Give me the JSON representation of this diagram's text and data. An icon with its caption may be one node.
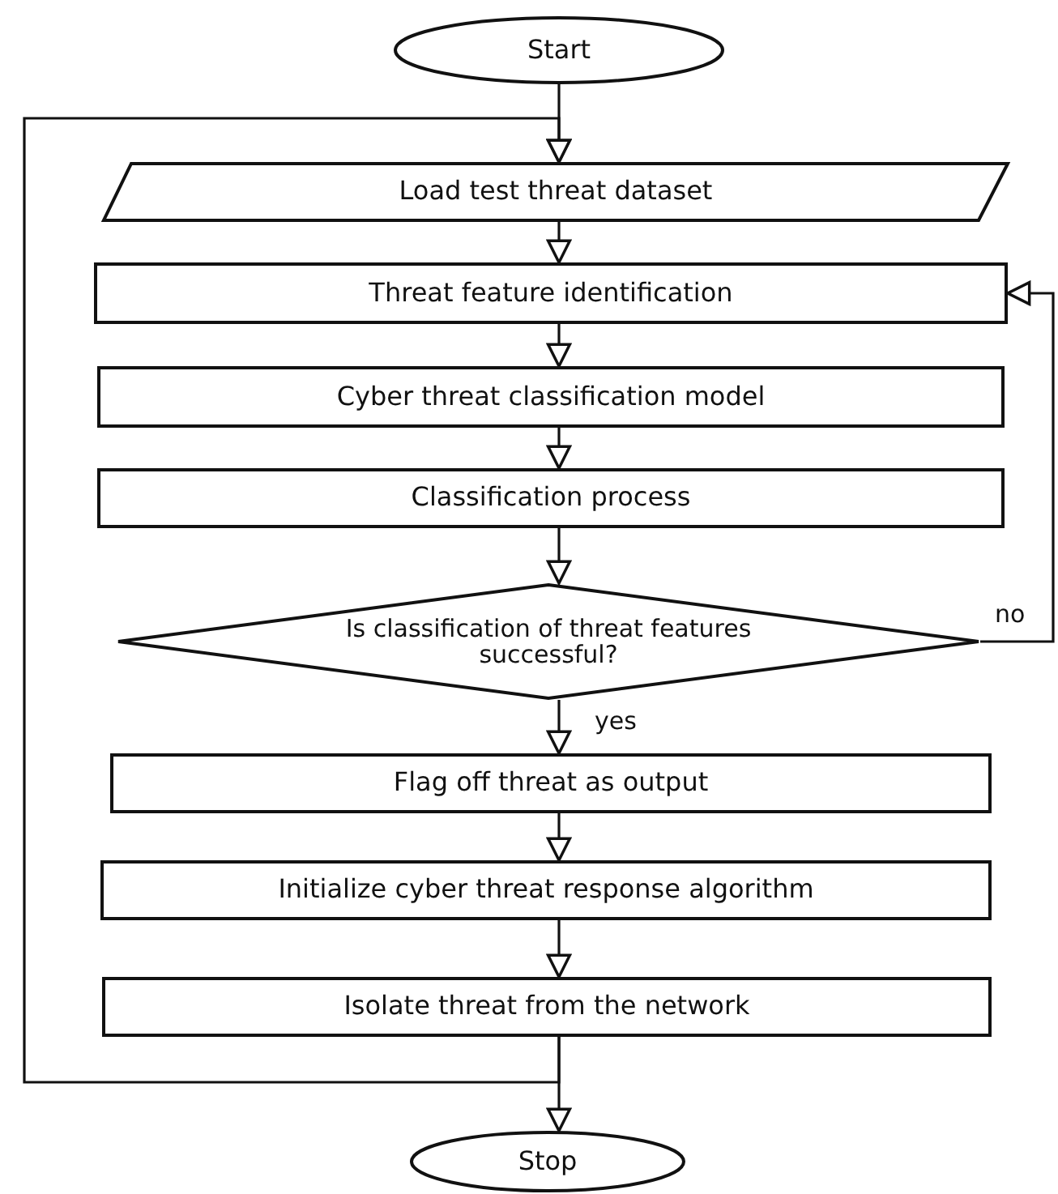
{
  "diagram": {
    "nodes": [
      {
        "text": [
          "Start"
        ]
      },
      {
        "text": [
          "Load test threat dataset"
        ]
      },
      {
        "text": [
          "Threat feature identification"
        ]
      },
      {
        "text": [
          "Cyber threat classification model"
        ]
      },
      {
        "text": [
          "Classification process"
        ]
      },
      {
        "text": [
          "Is classification of threat features successful?"
        ]
      },
      {
        "text": [
          "Flag off threat as output"
        ]
      },
      {
        "text": [
          "Initialize cyber threat response algorithm"
        ]
      },
      {
        "text": [
          "Isolate threat from the network"
        ]
      },
      {
        "text": [
          "Stop"
        ]
      }
    ],
    "edges": [
      {
        "from": 0,
        "to": 1,
        "arrow": "to"
      },
      {
        "from": 1,
        "to": 2,
        "arrow": "to"
      },
      {
        "from": 2,
        "to": 3,
        "arrow": "to"
      },
      {
        "from": 3,
        "to": 4,
        "arrow": "to"
      },
      {
        "from": 4,
        "to": 5,
        "arrow": "to"
      },
      {
        "from": 5,
        "to": 6,
        "arrow": "to",
        "label": "yes"
      },
      {
        "from": 5,
        "to": 2,
        "arrow": "to",
        "label": "no"
      },
      {
        "from": 6,
        "to": 7,
        "arrow": "to"
      },
      {
        "from": 7,
        "to": 8,
        "arrow": "to"
      },
      {
        "from": 8,
        "to": 9,
        "arrow": "to"
      },
      {
        "from": 8,
        "to": 1,
        "arrow": "to"
      }
    ]
  }
}
